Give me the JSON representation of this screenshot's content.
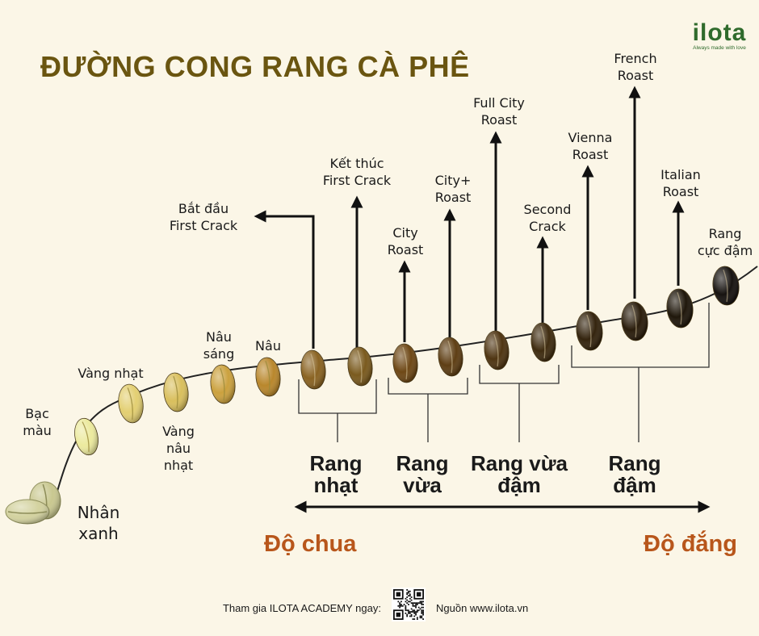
{
  "title": "ĐƯỜNG CONG RANG CÀ PHÊ",
  "logo": {
    "word": "ilota",
    "tagline": "Always made with love"
  },
  "stages": [
    {
      "label": "Nhân xanh",
      "color": "#cfcf9a"
    },
    {
      "label": "Bạc màu",
      "color": "#ecea9e"
    },
    {
      "label": "Vàng nhạt",
      "color": "#e3cf72"
    },
    {
      "label": "Vàng nâu nhạt",
      "color": "#d9bf5d"
    },
    {
      "label": "Nâu sáng",
      "color": "#cba13e"
    },
    {
      "label": "Nâu",
      "color": "#b9872c"
    },
    {
      "label": "Bắt đầu First Crack",
      "color": "#8a6322"
    },
    {
      "label": "Kết thúc First Crack",
      "color": "#7a5a1e"
    },
    {
      "label": "City Roast",
      "color": "#6e4816"
    },
    {
      "label": "City+ Roast",
      "color": "#5e3e14"
    },
    {
      "label": "Full City Roast",
      "color": "#4f3512"
    },
    {
      "label": "Second Crack",
      "color": "#3f2c10"
    },
    {
      "label": "Vienna Roast",
      "color": "#34240e"
    },
    {
      "label": "French Roast",
      "color": "#2a1d0c"
    },
    {
      "label": "Italian Roast",
      "color": "#1f170b"
    },
    {
      "label": "Rang cực đậm",
      "color": "#171310"
    }
  ],
  "label_lines": {
    "nhan_xanh": [
      "Nhân",
      "xanh"
    ],
    "bac_mau": [
      "Bạc",
      "màu"
    ],
    "vang_nhat": [
      "Vàng nhạt"
    ],
    "vang_nau_nhat": [
      "Vàng",
      "nâu",
      "nhạt"
    ],
    "nau_sang": [
      "Nâu",
      "sáng"
    ],
    "nau": [
      "Nâu"
    ],
    "bat_dau_fc": [
      "Bắt đầu",
      "First Crack"
    ],
    "ket_thuc_fc": [
      "Kết thúc",
      "First Crack"
    ],
    "city": [
      "City",
      "Roast"
    ],
    "city_plus": [
      "City+",
      "Roast"
    ],
    "full_city": [
      "Full City",
      "Roast"
    ],
    "second_crack": [
      "Second",
      "Crack"
    ],
    "vienna": [
      "Vienna",
      "Roast"
    ],
    "french": [
      "French",
      "Roast"
    ],
    "italian": [
      "Italian",
      "Roast"
    ],
    "cuc_dam": [
      "Rang",
      "cực đậm"
    ]
  },
  "groups": [
    {
      "lines": [
        "Rang",
        "nhạt"
      ]
    },
    {
      "lines": [
        "Rang",
        "vừa"
      ]
    },
    {
      "lines": [
        "Rang vừa",
        "đậm"
      ]
    },
    {
      "lines": [
        "Rang",
        "đậm"
      ]
    }
  ],
  "axis": {
    "left": "Độ chua",
    "right": "Độ đắng"
  },
  "footer": {
    "join_text": "Tham gia ILOTA ACADEMY ngay:",
    "source_text": "Nguồn www.ilota.vn"
  }
}
